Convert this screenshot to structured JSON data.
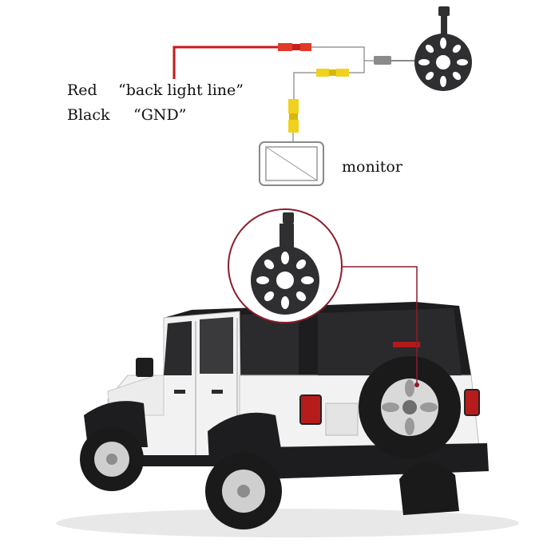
{
  "wiring_legend": {
    "red_label": "Red",
    "red_desc": "“back light line”",
    "black_label": "Black",
    "black_desc": "“GND”"
  },
  "monitor_label": "monitor",
  "colors": {
    "red_wire": "#c8181c",
    "red_plug": "#e23a2a",
    "yellow_plug": "#f0d21e",
    "grey_plug": "#8a8a8a",
    "camera": "#2f2f31",
    "callout": "#8c1c2c",
    "vehicle_body": "#f2f2f2",
    "vehicle_dark": "#1d1d1f"
  }
}
